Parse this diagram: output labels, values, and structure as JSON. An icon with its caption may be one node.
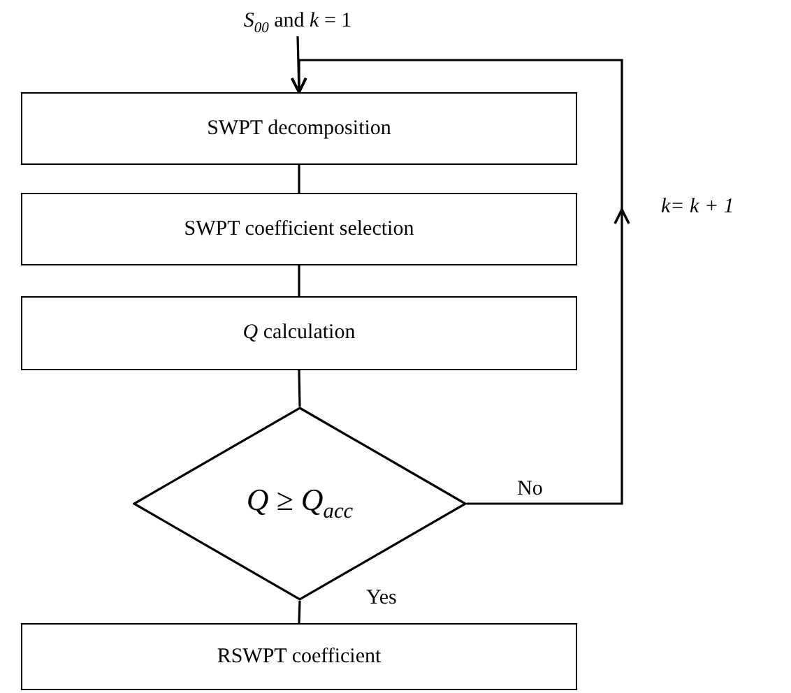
{
  "diagram": {
    "nodes": [
      {
        "text": [
          "*S*$_{00}$ and *k* = 1"
        ]
      },
      {
        "text": [
          "SWPT decomposition"
        ]
      },
      {
        "text": [
          "SWPT coefficient selection"
        ]
      },
      {
        "text": [
          "*Q* calculation"
        ]
      },
      {
        "text": [
          "Q ≥ Q$_{acc}$"
        ]
      },
      {
        "text": [
          "RSWPT coefficient"
        ]
      }
    ],
    "edges": [
      {
        "from": 0,
        "to": 1,
        "arrow": "to"
      },
      {
        "from": 1,
        "to": 2,
        "arrow": "none"
      },
      {
        "from": 2,
        "to": 3,
        "arrow": "none"
      },
      {
        "from": 3,
        "to": 4,
        "arrow": "none"
      },
      {
        "from": 4,
        "to": 5,
        "arrow": "none",
        "label": "Yes"
      },
      {
        "from": 4,
        "to": 1,
        "arrow": "to",
        "label": "No"
      }
    ],
    "labels": [
      "k= k + 1"
    ]
  }
}
